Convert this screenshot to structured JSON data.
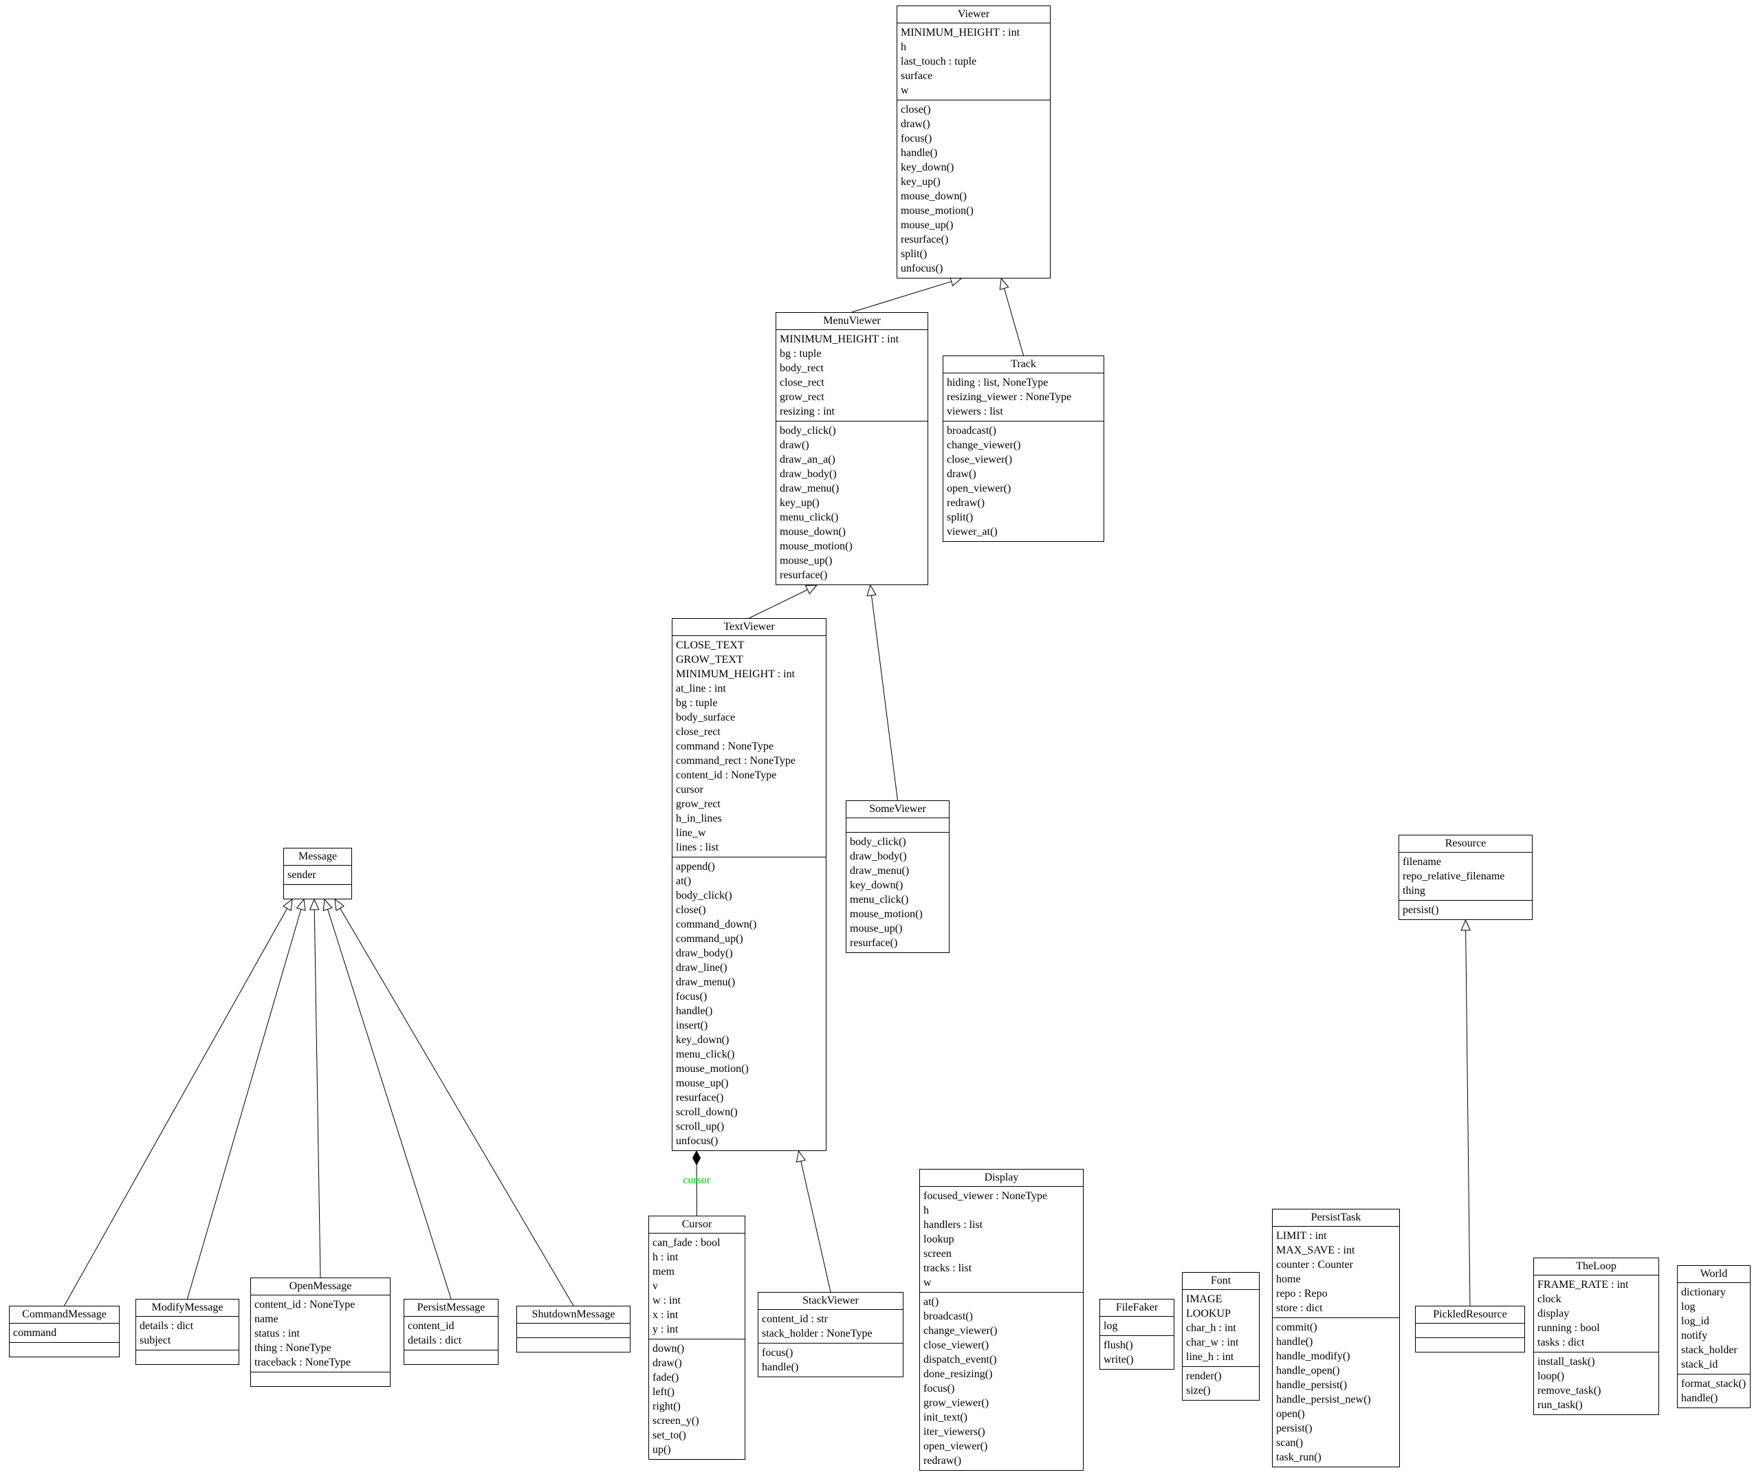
{
  "diagram": {
    "colors": {
      "box_border": "#000000",
      "box_fill": "#ffffff",
      "text": "#000000",
      "edge": "#000000",
      "composition_label": "#00cc00"
    },
    "classes": [
      {
        "name": "Viewer",
        "attributes": [
          "MINIMUM_HEIGHT : int",
          "h",
          "last_touch : tuple",
          "surface",
          "w"
        ],
        "methods": [
          "close()",
          "draw()",
          "focus()",
          "handle()",
          "key_down()",
          "key_up()",
          "mouse_down()",
          "mouse_motion()",
          "mouse_up()",
          "resurface()",
          "split()",
          "unfocus()"
        ]
      },
      {
        "name": "MenuViewer",
        "attributes": [
          "MINIMUM_HEIGHT : int",
          "bg : tuple",
          "body_rect",
          "close_rect",
          "grow_rect",
          "resizing : int"
        ],
        "methods": [
          "body_click()",
          "draw()",
          "draw_an_a()",
          "draw_body()",
          "draw_menu()",
          "key_up()",
          "menu_click()",
          "mouse_down()",
          "mouse_motion()",
          "mouse_up()",
          "resurface()"
        ]
      },
      {
        "name": "Track",
        "attributes": [
          "hiding : list, NoneType",
          "resizing_viewer : NoneType",
          "viewers : list"
        ],
        "methods": [
          "broadcast()",
          "change_viewer()",
          "close_viewer()",
          "draw()",
          "open_viewer()",
          "redraw()",
          "split()",
          "viewer_at()"
        ]
      },
      {
        "name": "TextViewer",
        "attributes": [
          "CLOSE_TEXT",
          "GROW_TEXT",
          "MINIMUM_HEIGHT : int",
          "at_line : int",
          "bg : tuple",
          "body_surface",
          "close_rect",
          "command : NoneType",
          "command_rect : NoneType",
          "content_id : NoneType",
          "cursor",
          "grow_rect",
          "h_in_lines",
          "line_w",
          "lines : list"
        ],
        "methods": [
          "append()",
          "at()",
          "body_click()",
          "close()",
          "command_down()",
          "command_up()",
          "draw_body()",
          "draw_line()",
          "draw_menu()",
          "focus()",
          "handle()",
          "insert()",
          "key_down()",
          "menu_click()",
          "mouse_motion()",
          "mouse_up()",
          "resurface()",
          "scroll_down()",
          "scroll_up()",
          "unfocus()"
        ]
      },
      {
        "name": "SomeViewer",
        "attributes": [],
        "methods": [
          "body_click()",
          "draw_body()",
          "draw_menu()",
          "key_down()",
          "menu_click()",
          "mouse_motion()",
          "mouse_up()",
          "resurface()"
        ]
      },
      {
        "name": "Message",
        "attributes": [
          "sender"
        ],
        "methods": []
      },
      {
        "name": "Resource",
        "attributes": [
          "filename",
          "repo_relative_filename",
          "thing"
        ],
        "methods": [
          "persist()"
        ]
      },
      {
        "name": "CommandMessage",
        "attributes": [
          "command"
        ],
        "methods": []
      },
      {
        "name": "ModifyMessage",
        "attributes": [
          "details : dict",
          "subject"
        ],
        "methods": []
      },
      {
        "name": "OpenMessage",
        "attributes": [
          "content_id : NoneType",
          "name",
          "status : int",
          "thing : NoneType",
          "traceback : NoneType"
        ],
        "methods": []
      },
      {
        "name": "PersistMessage",
        "attributes": [
          "content_id",
          "details : dict"
        ],
        "methods": []
      },
      {
        "name": "ShutdownMessage",
        "attributes": [],
        "methods": []
      },
      {
        "name": "Cursor",
        "attributes": [
          "can_fade : bool",
          "h : int",
          "mem",
          "v",
          "w : int",
          "x : int",
          "y : int"
        ],
        "methods": [
          "down()",
          "draw()",
          "fade()",
          "left()",
          "right()",
          "screen_y()",
          "set_to()",
          "up()"
        ]
      },
      {
        "name": "StackViewer",
        "attributes": [
          "content_id : str",
          "stack_holder : NoneType"
        ],
        "methods": [
          "focus()",
          "handle()"
        ]
      },
      {
        "name": "Display",
        "attributes": [
          "focused_viewer : NoneType",
          "h",
          "handlers : list",
          "lookup",
          "screen",
          "tracks : list",
          "w"
        ],
        "methods": [
          "at()",
          "broadcast()",
          "change_viewer()",
          "close_viewer()",
          "dispatch_event()",
          "done_resizing()",
          "focus()",
          "grow_viewer()",
          "init_text()",
          "iter_viewers()",
          "open_viewer()",
          "redraw()"
        ]
      },
      {
        "name": "FileFaker",
        "attributes": [
          "log"
        ],
        "methods": [
          "flush()",
          "write()"
        ]
      },
      {
        "name": "Font",
        "attributes": [
          "IMAGE",
          "LOOKUP",
          "char_h : int",
          "char_w : int",
          "line_h : int"
        ],
        "methods": [
          "render()",
          "size()"
        ]
      },
      {
        "name": "PersistTask",
        "attributes": [
          "LIMIT : int",
          "MAX_SAVE : int",
          "counter : Counter",
          "home",
          "repo : Repo",
          "store : dict"
        ],
        "methods": [
          "commit()",
          "handle()",
          "handle_modify()",
          "handle_open()",
          "handle_persist()",
          "handle_persist_new()",
          "open()",
          "persist()",
          "scan()",
          "task_run()"
        ]
      },
      {
        "name": "PickledResource",
        "attributes": [],
        "methods": []
      },
      {
        "name": "TheLoop",
        "attributes": [
          "FRAME_RATE : int",
          "clock",
          "display",
          "running : bool",
          "tasks : dict"
        ],
        "methods": [
          "install_task()",
          "loop()",
          "remove_task()",
          "run_task()"
        ]
      },
      {
        "name": "World",
        "attributes": [
          "dictionary",
          "log",
          "log_id",
          "notify",
          "stack_holder",
          "stack_id"
        ],
        "methods": [
          "format_stack()",
          "handle()"
        ]
      }
    ],
    "edges": [
      {
        "from": "MenuViewer",
        "to": "Viewer",
        "type": "inheritance"
      },
      {
        "from": "Track",
        "to": "Viewer",
        "type": "inheritance"
      },
      {
        "from": "TextViewer",
        "to": "MenuViewer",
        "type": "inheritance"
      },
      {
        "from": "SomeViewer",
        "to": "MenuViewer",
        "type": "inheritance"
      },
      {
        "from": "CommandMessage",
        "to": "Message",
        "type": "inheritance"
      },
      {
        "from": "ModifyMessage",
        "to": "Message",
        "type": "inheritance"
      },
      {
        "from": "OpenMessage",
        "to": "Message",
        "type": "inheritance"
      },
      {
        "from": "PersistMessage",
        "to": "Message",
        "type": "inheritance"
      },
      {
        "from": "ShutdownMessage",
        "to": "Message",
        "type": "inheritance"
      },
      {
        "from": "StackViewer",
        "to": "TextViewer",
        "type": "inheritance"
      },
      {
        "from": "PickledResource",
        "to": "Resource",
        "type": "inheritance"
      },
      {
        "from": "Cursor",
        "to": "TextViewer",
        "type": "composition",
        "label": "cursor"
      }
    ]
  }
}
